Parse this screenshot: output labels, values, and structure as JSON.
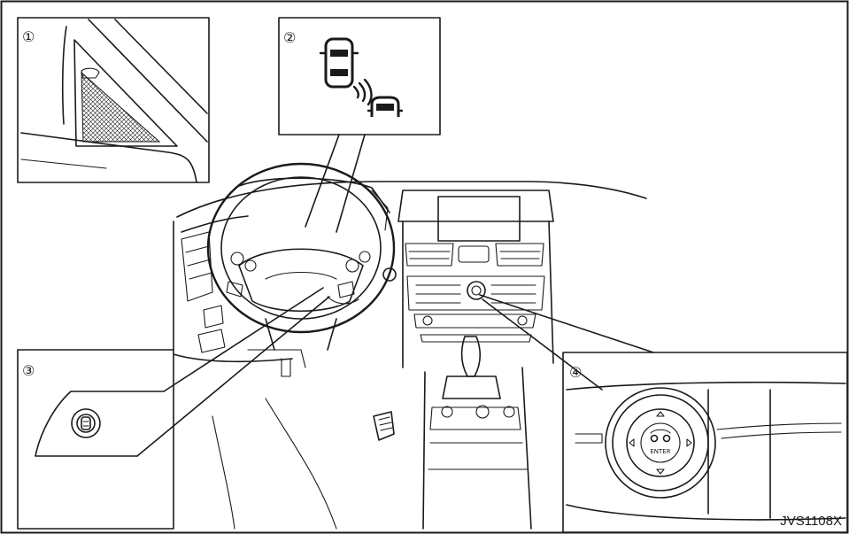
{
  "callouts": [
    {
      "id": "1",
      "label": "①"
    },
    {
      "id": "2",
      "label": "②"
    },
    {
      "id": "3",
      "label": "③"
    },
    {
      "id": "4",
      "label": "④"
    }
  ],
  "controller": {
    "enter_label": "ENTER"
  },
  "figure_code": "JVS1108X"
}
